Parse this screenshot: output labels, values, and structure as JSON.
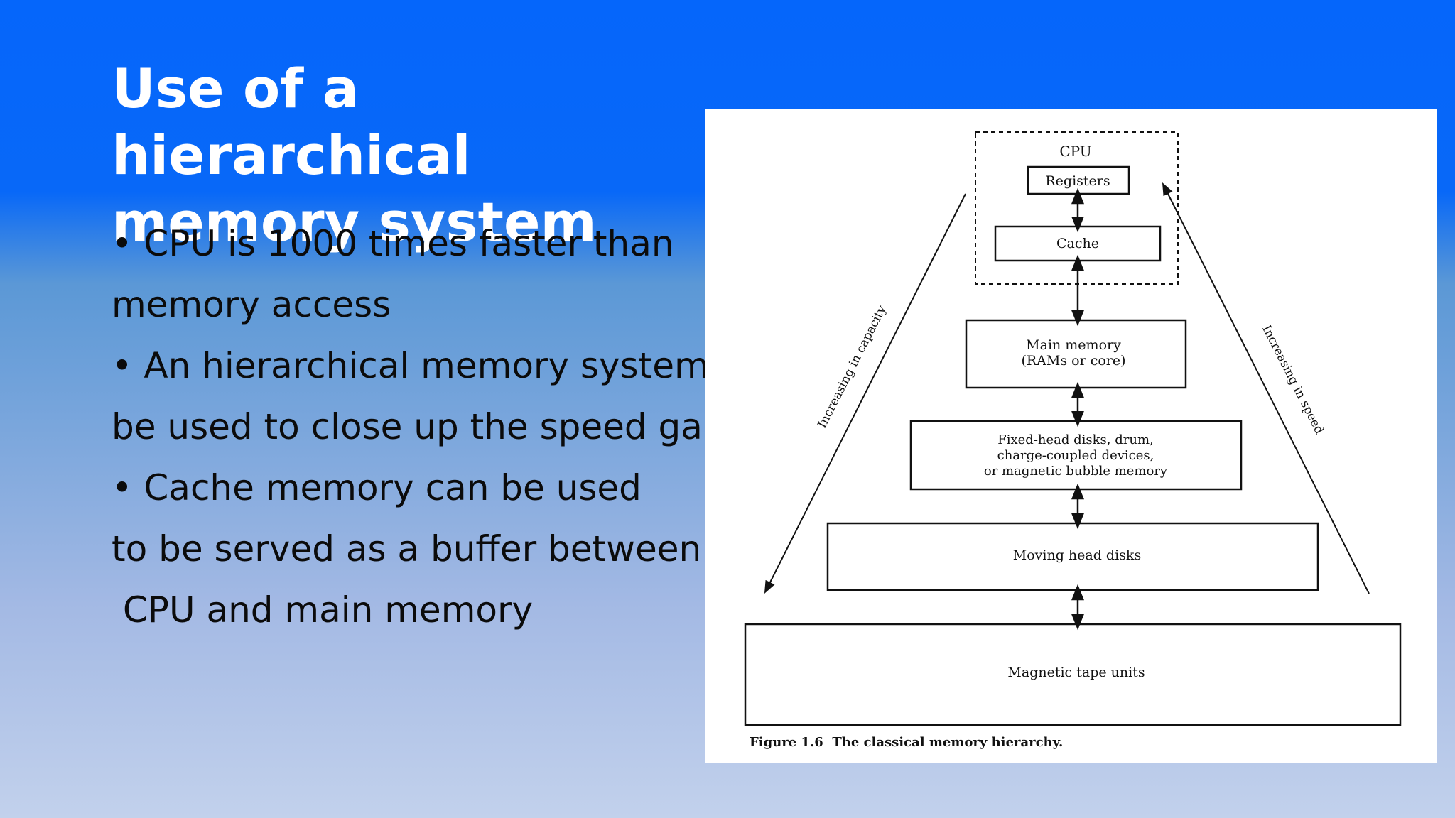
{
  "slide": {
    "title_line1": "Use of a hierarchical",
    "title_line2": "memory system",
    "bullets": [
      "• CPU is 1000 times faster than",
      "memory access",
      "• An hierarchical memory system can",
      "be used to close up the speed gap",
      "• Cache memory  can be used",
      "to be served as a buffer  between",
      " CPU and main memory"
    ]
  },
  "figure": {
    "cpu_label": "CPU",
    "levels": {
      "registers": "Registers",
      "cache": "Cache",
      "main_memory_line1": "Main memory",
      "main_memory_line2": "(RAMs or core)",
      "fixed_head_line1": "Fixed-head disks, drum,",
      "fixed_head_line2": "charge-coupled devices,",
      "fixed_head_line3": "or magnetic bubble memory",
      "moving_head": "Moving head disks",
      "magnetic_tape": "Magnetic tape units"
    },
    "left_arrow_label": "Increasing in capacity",
    "right_arrow_label": "Increasing in speed",
    "caption": "Figure 1.6  The classical memory hierarchy."
  }
}
